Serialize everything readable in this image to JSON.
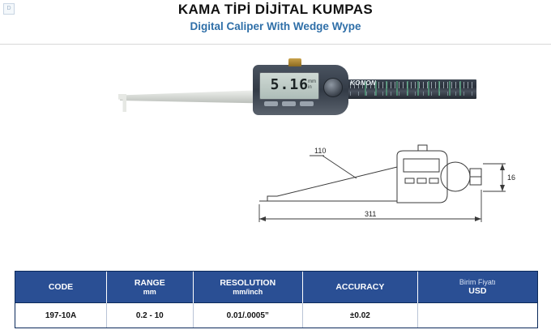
{
  "header": {
    "corner_mark": "D",
    "title_tr": "KAMA TİPİ DİJİTAL KUMPAS",
    "title_en": "Digital Caliper With Wedge Wype"
  },
  "photo": {
    "lcd_value": "5.16",
    "lcd_unit_top": "mm",
    "lcd_unit_bottom": "in",
    "brand": "KONON"
  },
  "drawing": {
    "dim_blade_length": "110",
    "dim_total_length": "311",
    "dim_height": "16"
  },
  "table": {
    "headers": [
      {
        "main": "CODE",
        "sub": ""
      },
      {
        "main": "RANGE",
        "sub": "mm"
      },
      {
        "main": "RESOLUTION",
        "sub": "mm/inch"
      },
      {
        "main": "ACCURACY",
        "sub": ""
      },
      {
        "main": "Birim Fiyatı",
        "sub": "USD"
      }
    ],
    "rows": [
      {
        "code": "197-10A",
        "range": "0.2 - 10",
        "resolution": "0.01/.0005”",
        "accuracy": "±0.02",
        "price": ""
      }
    ]
  },
  "colors": {
    "header_blue": "#2a4f94",
    "subtitle_blue": "#2f6fa8",
    "table_border": "#0b2a5b"
  }
}
